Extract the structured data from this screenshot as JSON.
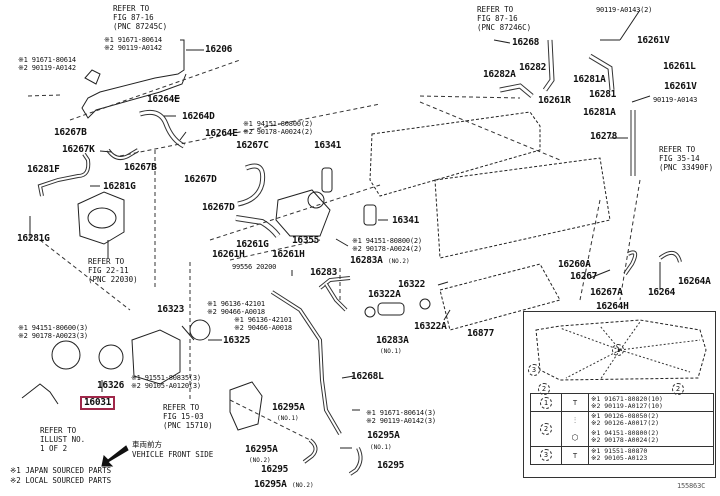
{
  "diagram": {
    "title": "Water pump / coolant hoses parts diagram",
    "figure_code": "155863C",
    "highlight_color": "#a0284a",
    "highlighted_part": "16031",
    "labels": {
      "p16206": "16206",
      "p16264E_a": "16264E",
      "p16264D": "16264D",
      "p16264E_b": "16264E",
      "p16267B_a": "16267B",
      "p16267K": "16267K",
      "p16267B_b": "16267B",
      "p16281F": "16281F",
      "p16281G_a": "16281G",
      "p16281G_b": "16281G",
      "p16267C": "16267C",
      "p16341_a": "16341",
      "p16267D_a": "16267D",
      "p16267D_b": "16267D",
      "p16341_b": "16341",
      "p16261G": "16261G",
      "p16355": "16355",
      "p16261H_a": "16261H",
      "p16261H_b": "16261H",
      "p99556": "99556  20200",
      "p16323": "16323",
      "p16325": "16325",
      "p16326": "16326",
      "p16031": "16031",
      "p16283": "16283",
      "p16283A_no2": "16283A",
      "p16322": "16322",
      "p16322A_a": "16322A",
      "p16322A_b": "16322A",
      "p16283A_no1": "16283A",
      "p16877": "16877",
      "p16268L": "16268L",
      "p16295A_1": "16295A",
      "p16295A_2": "16295A",
      "p16295A_3": "16295A",
      "p16295A_4": "16295A",
      "p16295_a": "16295",
      "p16295_b": "16295",
      "p16268": "16268",
      "p16282": "16282",
      "p16282A": "16282A",
      "p16261R": "16261R",
      "p16261V_a": "16261V",
      "p16261L": "16261L",
      "p16261V_b": "16261V",
      "p16281A_a": "16281A",
      "p16281": "16281",
      "p16281A_b": "16281A",
      "p16278": "16278",
      "p90119_A0143_2": "90119-A0143(2)",
      "p90119_A0143": "90119-A0143",
      "p16260A": "16260A",
      "p16267": "16267",
      "p16267A": "16267A",
      "p16264": "16264",
      "p16264A": "16264A",
      "p16264H": "16264H"
    },
    "qualifiers": {
      "no1": "(NO.1)",
      "no2": "(NO.2)"
    },
    "bolt_callouts": {
      "top_16206": [
        "※1 91671-80614",
        "※2 90119-A0142"
      ],
      "left_16206": [
        "※1 91671-80614",
        "※2 90119-A0142"
      ],
      "thermo_16267C": [
        "※1 94151-80800(2)",
        "※2 90178-A0024(2)"
      ],
      "outlet_16355": [
        "※1 94151-80800(2)",
        "※2 90178-A0024(2)"
      ],
      "hose_clamp_a": [
        "※1 96136-42101",
        "※2 90466-A0018"
      ],
      "hose_clamp_b": [
        "※1 96136-42101",
        "※2 90466-A0018"
      ],
      "pump_nut": [
        "※1 94151-80600(3)",
        "※2 90178-A0023(3)"
      ],
      "pump_bolt": [
        "※1 91551-80835(3)",
        "※2 90105-A0120(3)"
      ],
      "pipe_16268L": [
        "※1 91671-80614(3)",
        "※2 90119-A0142(3)"
      ]
    },
    "references": {
      "ref_top_left": "REFER TO\nFIG 87-16\n(PNC 87245C)",
      "ref_top_right": "REFER TO\nFIG 87-16\n(PNC 87246C)",
      "ref_throttle": "REFER TO\nFIG 22-11\n(PNC 22030)",
      "ref_fig15": "REFER TO\nFIG 15-03\n(PNC 15710)",
      "ref_fig35": "REFER TO\nFIG 35-14\n(PNC 33490F)",
      "ref_illust": "REFER TO\nILLUST NO.\n1 OF 2"
    },
    "vehicle_front": {
      "cn": "車両前方",
      "en": "VEHICLE FRONT SIDE"
    },
    "footnotes": [
      "※1 JAPAN SOURCED PARTS",
      "※2 LOCAL SOURCED PARTS"
    ],
    "inset": {
      "circle_labels": [
        "1",
        "2",
        "2",
        "3"
      ],
      "table": [
        {
          "num": "1",
          "icon": "bolt-icon",
          "lines": [
            "※1 91671-80820(10)",
            "※2 90119-A0127(10)"
          ]
        },
        {
          "num": "2",
          "icon": "stud-icon",
          "lines": [
            "※1 90126-08050(2)",
            "※2 90126-A0017(2)"
          ]
        },
        {
          "num": "",
          "icon": "nut-icon",
          "lines": [
            "※1 94151-80800(2)",
            "※2 90178-A0024(2)"
          ]
        },
        {
          "num": "3",
          "icon": "bolt-icon",
          "lines": [
            "※1 91551-80870",
            "※2 90105-A0123"
          ]
        }
      ]
    }
  }
}
